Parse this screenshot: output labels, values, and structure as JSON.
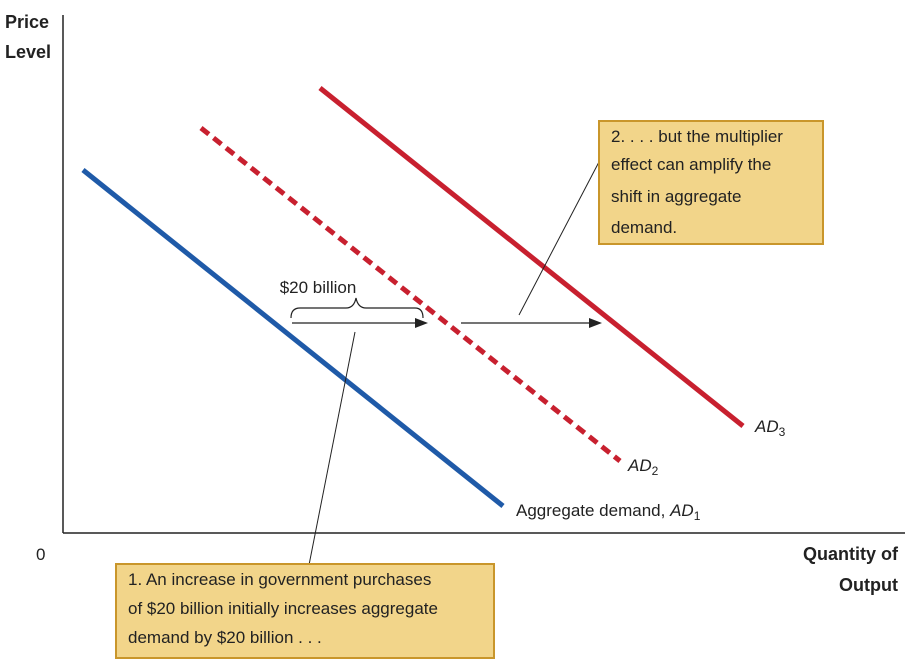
{
  "axes": {
    "y_label_line1": "Price",
    "y_label_line2": "Level",
    "x_label_line1": "Quantity of",
    "x_label_line2": "Output",
    "origin": "0"
  },
  "curves": {
    "ad1": {
      "prefix": "Aggregate demand, ",
      "name": "AD",
      "sub": "1",
      "color": "#1f5aa8"
    },
    "ad2": {
      "name": "AD",
      "sub": "2",
      "color": "#c8202f"
    },
    "ad3": {
      "name": "AD",
      "sub": "3",
      "color": "#c8202f"
    }
  },
  "bracket_label": "$20 billion",
  "callouts": {
    "top": {
      "lines": [
        "2. . . . but the multiplier",
        "effect can amplify the",
        "shift in aggregate",
        "demand."
      ],
      "fill": "#f2d58a",
      "border": "#c9962b"
    },
    "bottom": {
      "lines": [
        "1. An increase in government purchases",
        "of $20 billion initially increases aggregate",
        "demand by $20 billion . . ."
      ],
      "fill": "#f2d58a",
      "border": "#c9962b"
    }
  }
}
